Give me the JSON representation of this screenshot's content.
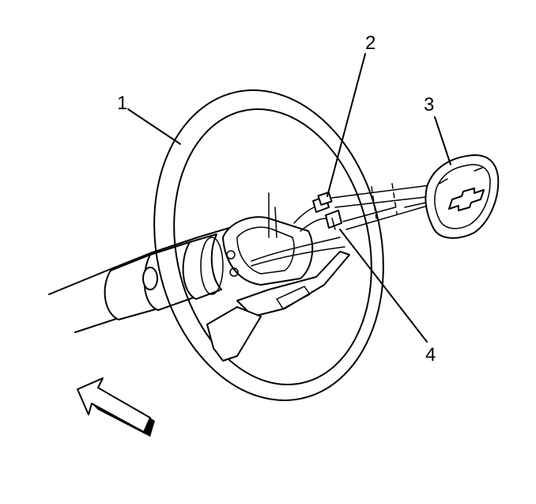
{
  "callouts": {
    "c1": "1",
    "c2": "2",
    "c3": "3",
    "c4": "4"
  },
  "colors": {
    "ink": "#000000",
    "paper": "#ffffff"
  }
}
